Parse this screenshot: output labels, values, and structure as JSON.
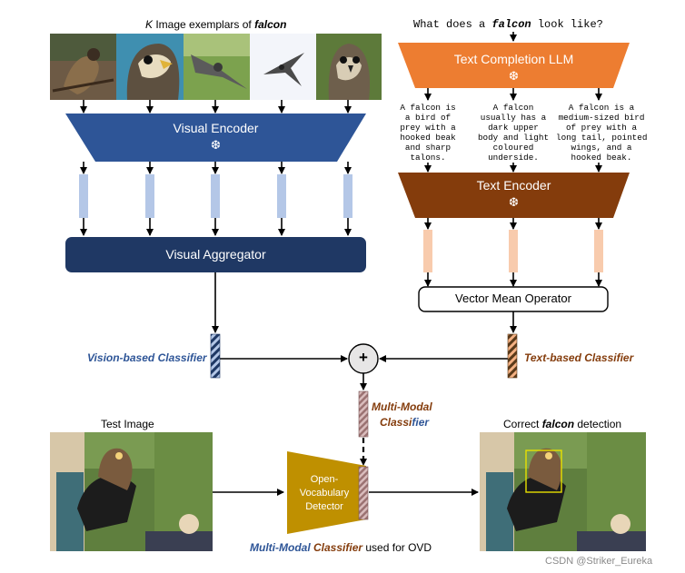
{
  "exemplars_title": {
    "pre": "K",
    "mid": " Image exemplars of ",
    "word": "falcon"
  },
  "question": {
    "pre": "What does a ",
    "word": "falcon",
    "post": " look like?"
  },
  "llm_label": "Text Completion LLM",
  "visual_encoder_label": "Visual Encoder",
  "text_encoder_label": "Text Encoder",
  "visual_aggregator_label": "Visual Aggregator",
  "vector_mean_label": "Vector Mean Operator",
  "frozen_glyph": "❆",
  "plus_glyph": "+",
  "descriptions": [
    [
      "A falcon is",
      "a bird of",
      "prey with a",
      "hooked beak",
      "and sharp",
      "talons."
    ],
    [
      "A falcon",
      "usually has a",
      "dark upper",
      "body and light",
      "coloured",
      "underside."
    ],
    [
      "A falcon is a",
      "medium-sized bird",
      "of prey with a",
      "long tail, pointed",
      "wings, and a",
      "hooked beak."
    ]
  ],
  "vision_classifier_label": "Vision-based Classifier",
  "text_classifier_label": "Text-based Classifier",
  "multimodal_label": {
    "line1a": "Multi-",
    "line1b": "Modal",
    "line2a": "Classi",
    "line2b": "fier"
  },
  "test_image_label": "Test Image",
  "detection_label": {
    "pre": "Correct ",
    "word": "falcon",
    "post": " detection"
  },
  "detector_label": [
    "Open-",
    "Vocabulary",
    "Detector"
  ],
  "ovd_caption": {
    "a": "Multi-",
    "b": "Modal ",
    "c": "Classi",
    "d": "fier",
    "e": " used for OVD"
  },
  "watermark": "CSDN @Striker_Eureka",
  "colors": {
    "visual_blue": "#2e5597",
    "aggregator_navy": "#1f3864",
    "llm_orange": "#ed7d31",
    "text_brown": "#843c0c",
    "detector_gold": "#bf9000",
    "visual_bar": "#b4c7e7",
    "text_bar": "#f8cbad",
    "multimodal_bar": "#c9a7a7"
  }
}
